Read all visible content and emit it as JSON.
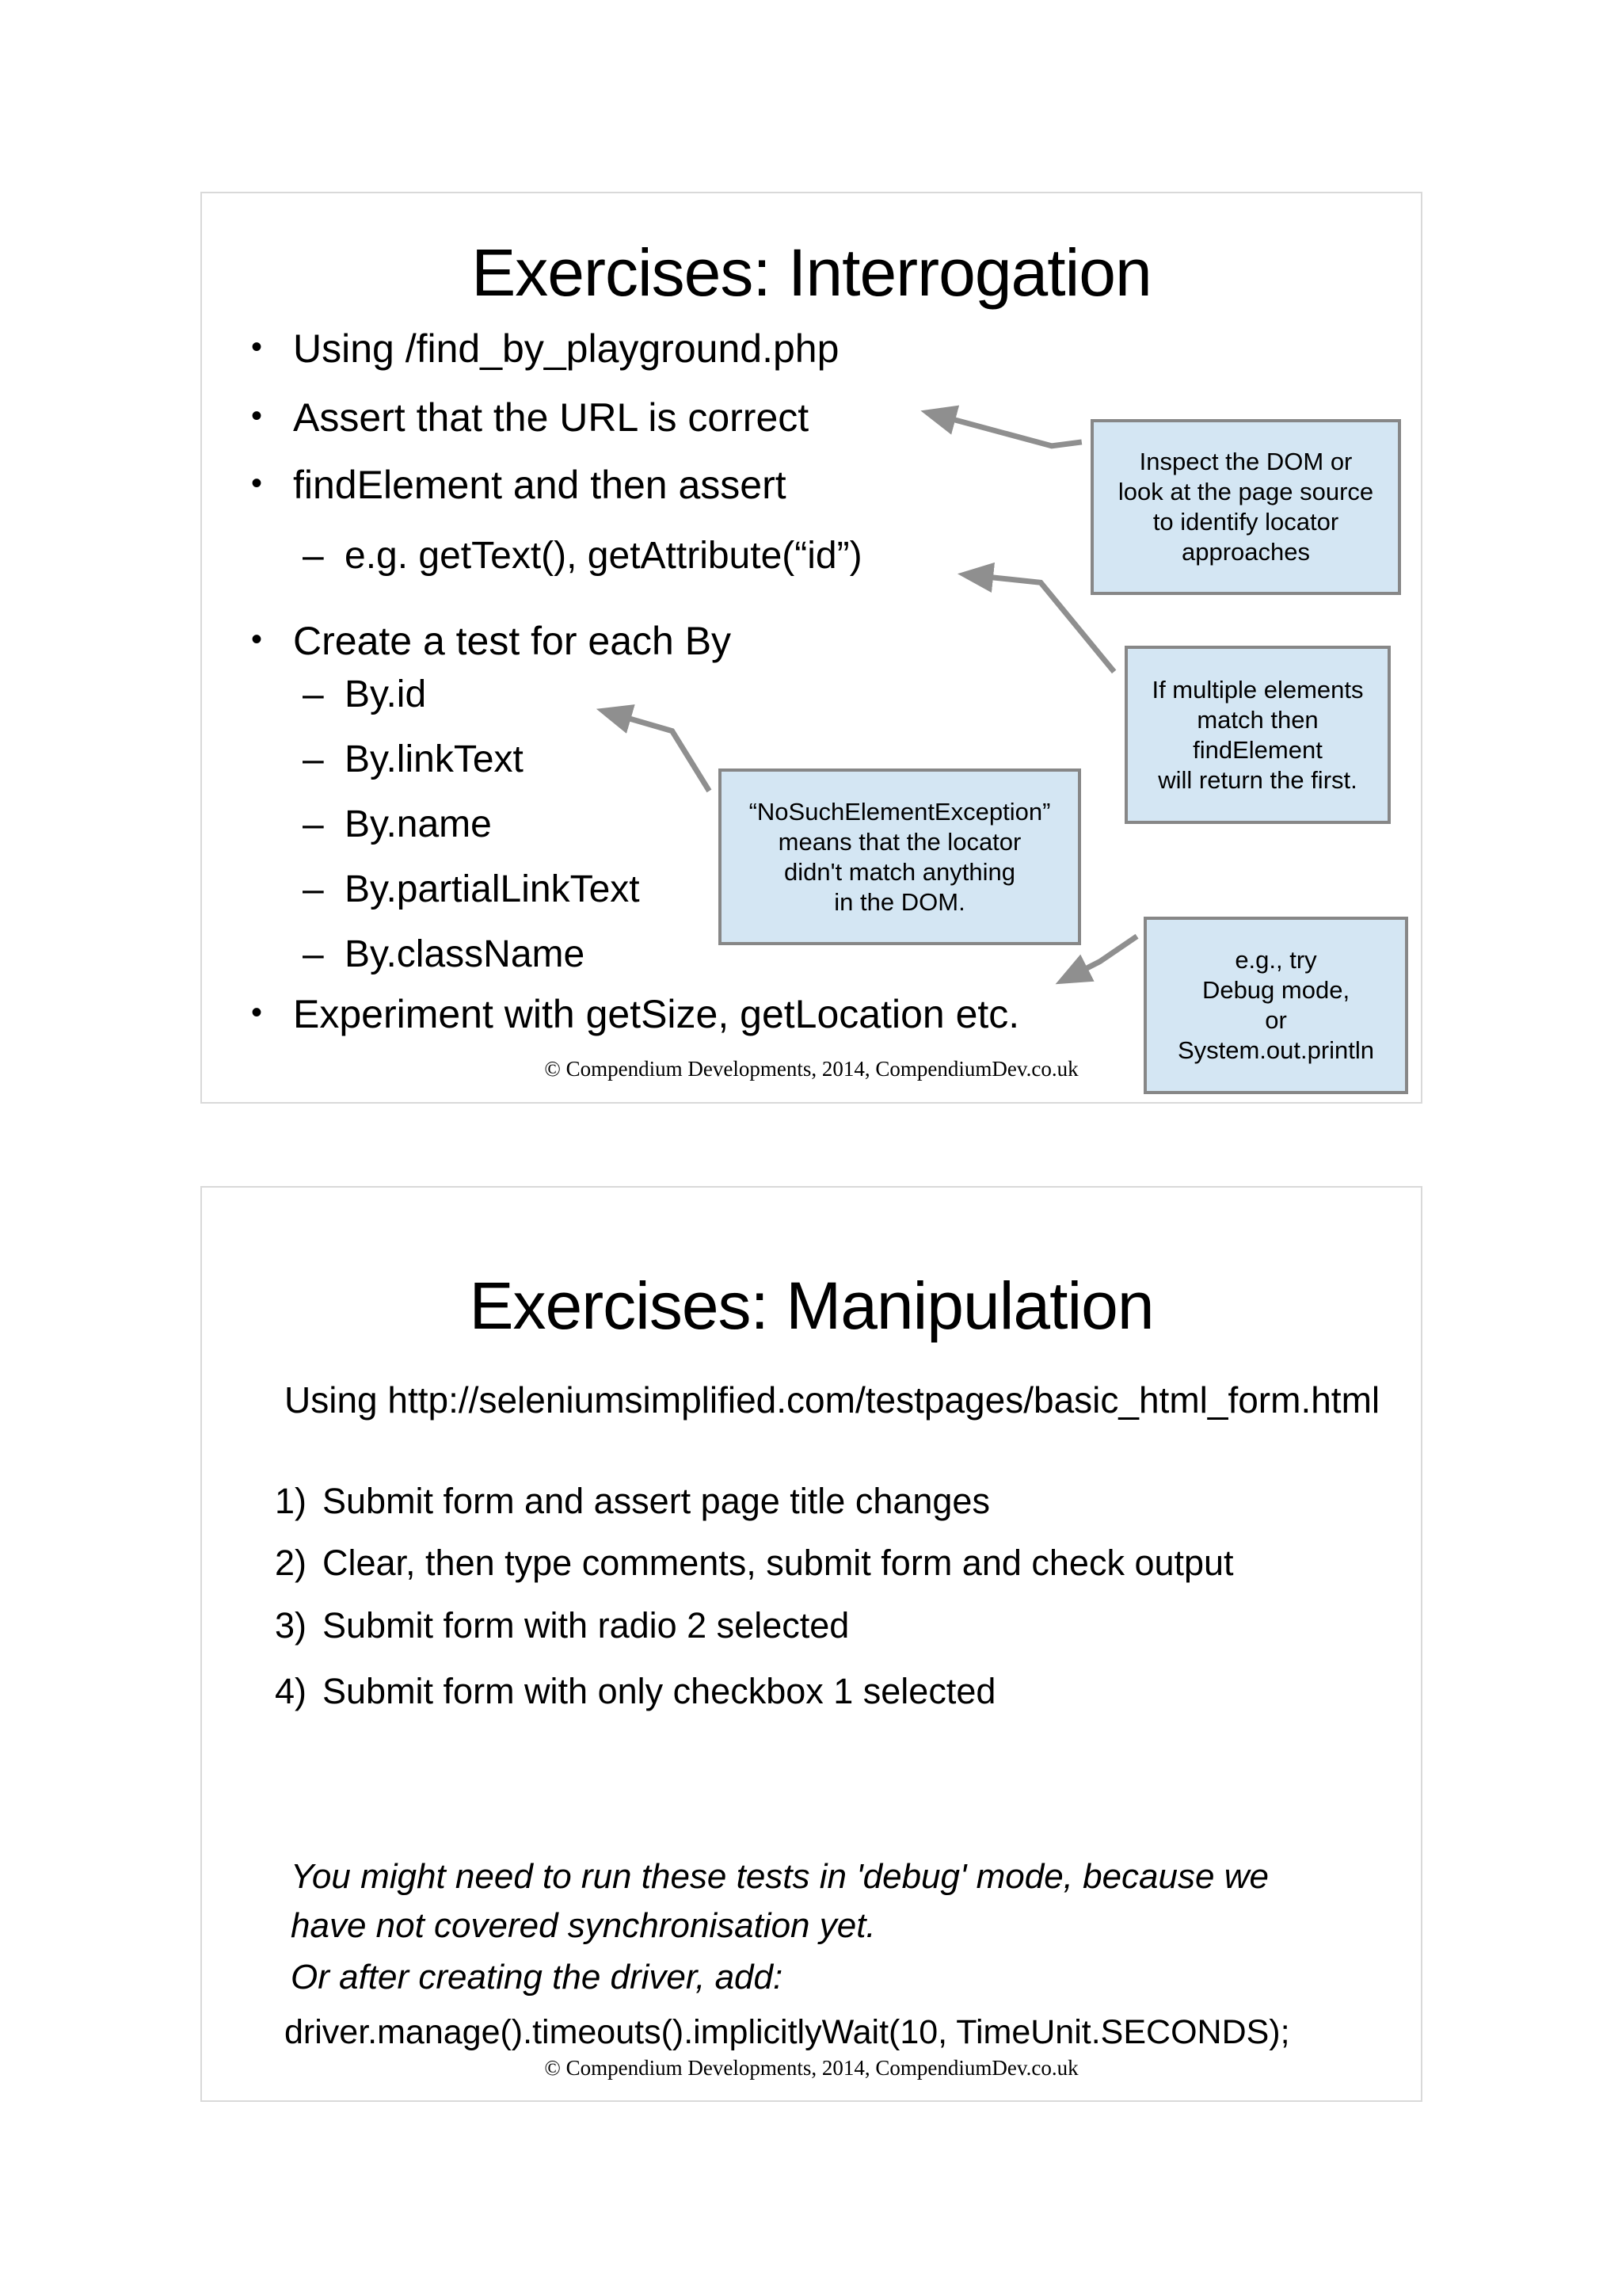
{
  "colors": {
    "background": "#ffffff",
    "slide_border": "#d9d9d9",
    "callout_fill": "#d4e6f3",
    "callout_border": "#878787",
    "arrow": "#8f8f8f",
    "text": "#000000"
  },
  "markers": {
    "level1": "•",
    "level2": "–"
  },
  "slide1": {
    "title": "Exercises: Interrogation",
    "bullets": [
      {
        "level": 1,
        "text": "Using /find_by_playground.php"
      },
      {
        "level": 1,
        "text": "Assert that the URL is correct"
      },
      {
        "level": 1,
        "text": "findElement and then assert"
      },
      {
        "level": 2,
        "text": "e.g. getText(), getAttribute(“id”)"
      },
      {
        "level": 1,
        "text": "Create a test for each By"
      },
      {
        "level": 2,
        "text": "By.id"
      },
      {
        "level": 2,
        "text": "By.linkText"
      },
      {
        "level": 2,
        "text": "By.name"
      },
      {
        "level": 2,
        "text": "By.partialLinkText"
      },
      {
        "level": 2,
        "text": "By.className"
      },
      {
        "level": 1,
        "text": "Experiment with getSize, getLocation etc."
      }
    ],
    "callouts": [
      {
        "lines": [
          "Inspect the DOM or",
          "look at the page source",
          "to identify locator",
          "approaches"
        ]
      },
      {
        "lines": [
          "If multiple elements",
          "match then",
          "findElement",
          "will return the first."
        ]
      },
      {
        "lines": [
          "“NoSuchElementException”",
          "means that the locator",
          "didn't match anything",
          "in the DOM."
        ]
      },
      {
        "lines": [
          "e.g., try",
          "Debug mode,",
          "or",
          "System.out.println"
        ]
      }
    ],
    "copyright": "© Compendium Developments, 2014, CompendiumDev.co.uk"
  },
  "slide2": {
    "title": "Exercises: Manipulation",
    "intro": "Using http://seleniumsimplified.com/testpages/basic_html_form.html",
    "items": [
      {
        "num": "1)",
        "text": "Submit form and assert page title changes"
      },
      {
        "num": "2)",
        "text": "Clear, then type comments, submit form and check output"
      },
      {
        "num": "3)",
        "text": "Submit form with radio 2 selected"
      },
      {
        "num": "4)",
        "text": "Submit form with only checkbox 1 selected"
      }
    ],
    "note_line1": "You might need to run these tests in 'debug' mode, because we",
    "note_line2": "have not covered synchronisation yet.",
    "note_line3": "Or after creating the driver, add:",
    "code": "driver.manage().timeouts().implicitlyWait(10, TimeUnit.SECONDS);",
    "copyright": "© Compendium Developments, 2014, CompendiumDev.co.uk"
  }
}
